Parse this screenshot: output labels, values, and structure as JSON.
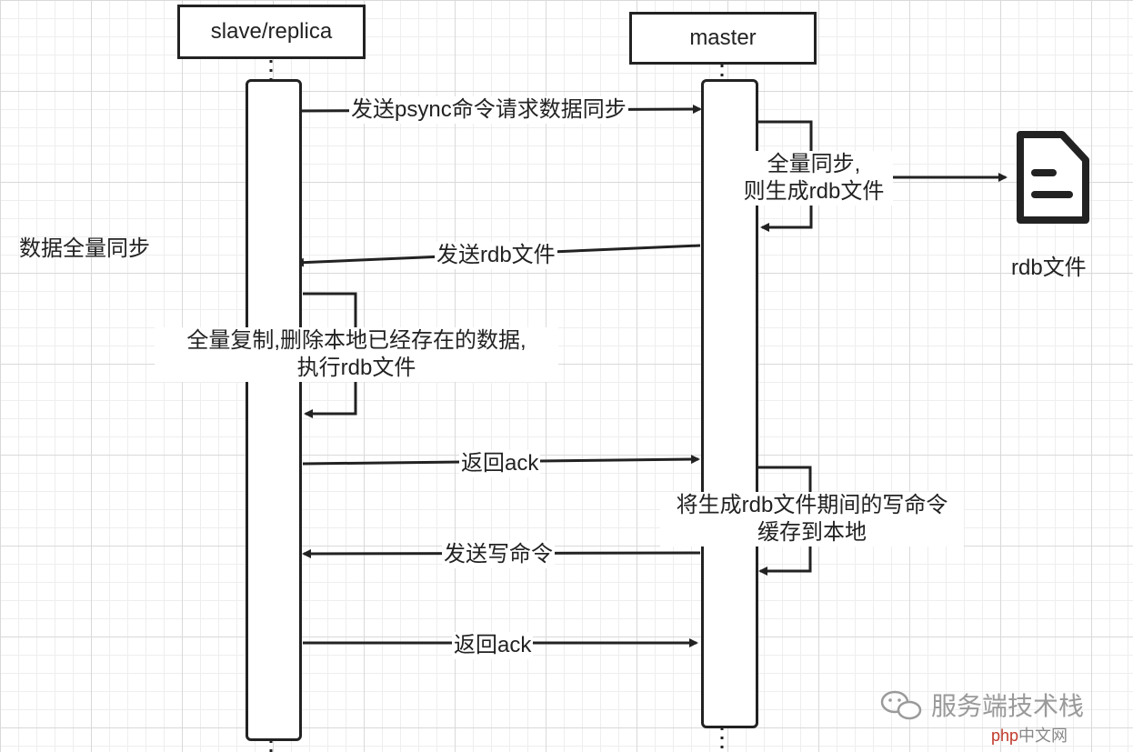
{
  "actors": {
    "slave": "slave/replica",
    "master": "master"
  },
  "section_label": "数据全量同步",
  "messages": {
    "psync": "发送psync命令请求数据同步",
    "full_sync_line1": "全量同步,",
    "full_sync_line2": "则生成rdb文件",
    "send_rdb": "发送rdb文件",
    "full_copy_line1": "全量复制,删除本地已经存在的数据,",
    "full_copy_line2": "执行rdb文件",
    "ack1": "返回ack",
    "cache_line1": "将生成rdb文件期间的写命令",
    "cache_line2": "缓存到本地",
    "send_write": "发送写命令",
    "ack2": "返回ack"
  },
  "file": {
    "label": "rdb文件",
    "icon": "file-document-icon"
  },
  "watermark": {
    "brand_text": "服务端技术栈",
    "overlay_red": "php",
    "overlay_suffix": "中文网",
    "icon": "wechat-icon"
  }
}
